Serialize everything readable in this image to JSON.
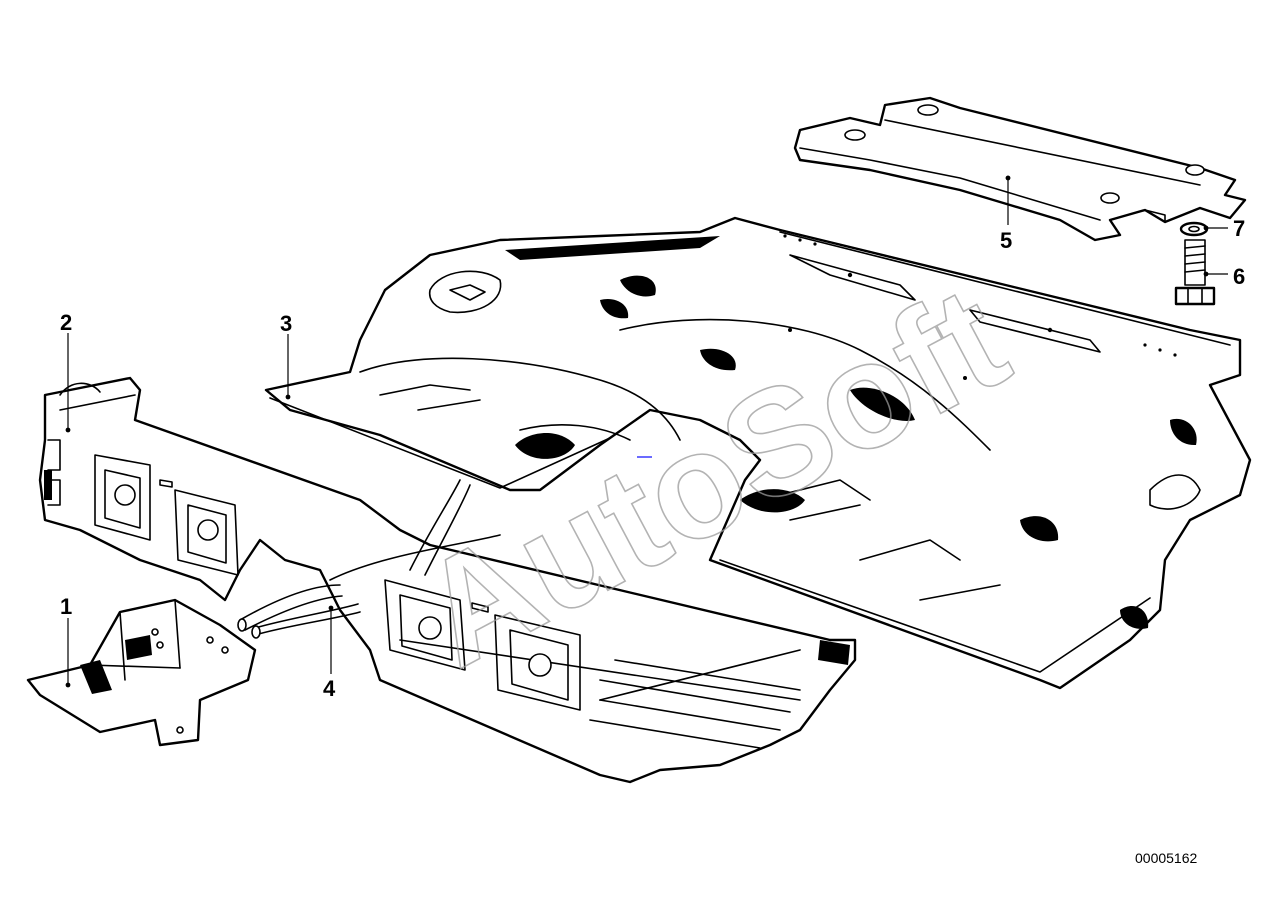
{
  "callouts": [
    "1",
    "2",
    "3",
    "4",
    "5",
    "6",
    "7"
  ],
  "watermark": "AutoSoft",
  "reference_number": "00005162",
  "colors": {
    "line": "#000000",
    "background": "#ffffff",
    "watermark": "#9a9a9a"
  }
}
